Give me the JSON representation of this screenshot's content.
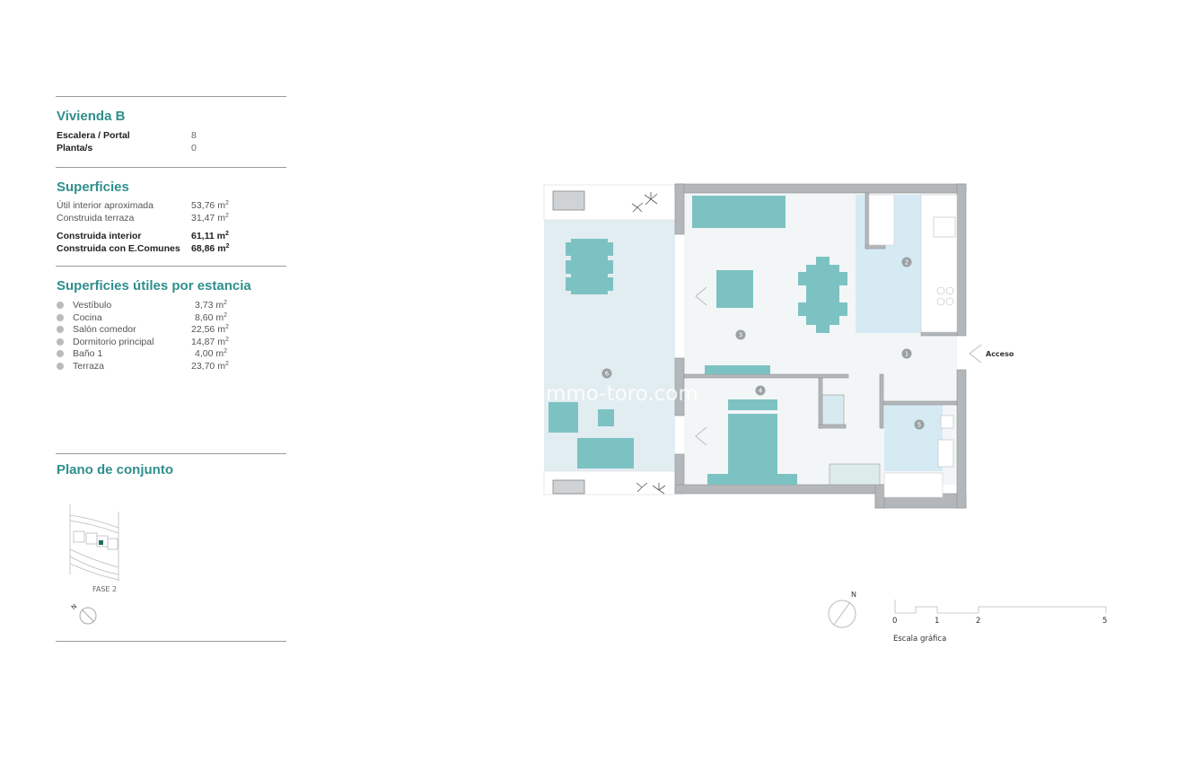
{
  "unit": {
    "title": "Vivienda B",
    "fields": [
      {
        "label": "Escalera / Portal",
        "value": "8"
      },
      {
        "label": "Planta/s",
        "value": "0"
      }
    ]
  },
  "superficies": {
    "title": "Superficies",
    "rows": [
      {
        "label": "Útil interior aproximada",
        "value": "53,76 m",
        "bold": false
      },
      {
        "label": "Construida terraza",
        "value": "31,47 m",
        "bold": false
      },
      {
        "label": "Construida interior",
        "value": "61,11 m",
        "bold": true
      },
      {
        "label": "Construida con E.Comunes",
        "value": "68,86 m",
        "bold": true
      }
    ],
    "unit_exp": "2"
  },
  "estancias": {
    "title": "Superficies útiles por estancia",
    "rows": [
      {
        "num": "1",
        "label": "Vestíbulo",
        "value": "3,73 m"
      },
      {
        "num": "2",
        "label": "Cocina",
        "value": "8,60 m"
      },
      {
        "num": "3",
        "label": "Salón comedor",
        "value": "22,56 m"
      },
      {
        "num": "4",
        "label": "Dormitorio principal",
        "value": "14,87 m"
      },
      {
        "num": "5",
        "label": "Baño 1",
        "value": "4,00 m"
      },
      {
        "num": "6",
        "label": "Terraza",
        "value": "23,70 m"
      }
    ]
  },
  "conjunto": {
    "title": "Plano de conjunto",
    "phase_label": "FASE 2",
    "north_label": "N"
  },
  "plan": {
    "access_label": "Acceso",
    "room_numbers": [
      "1",
      "2",
      "3",
      "4",
      "5",
      "6"
    ],
    "watermark": "mmo-toro.com",
    "north_label": "N",
    "scale": {
      "title": "Escala gráfica",
      "ticks": [
        "0",
        "1",
        "2",
        "5"
      ]
    }
  },
  "colors": {
    "accent": "#2f8f8c",
    "furniture": "#7cc2c2",
    "terrace_floor": "#e2edf2",
    "wet_room_floor": "#d6eaf4",
    "wall": "#b3b7ba"
  }
}
